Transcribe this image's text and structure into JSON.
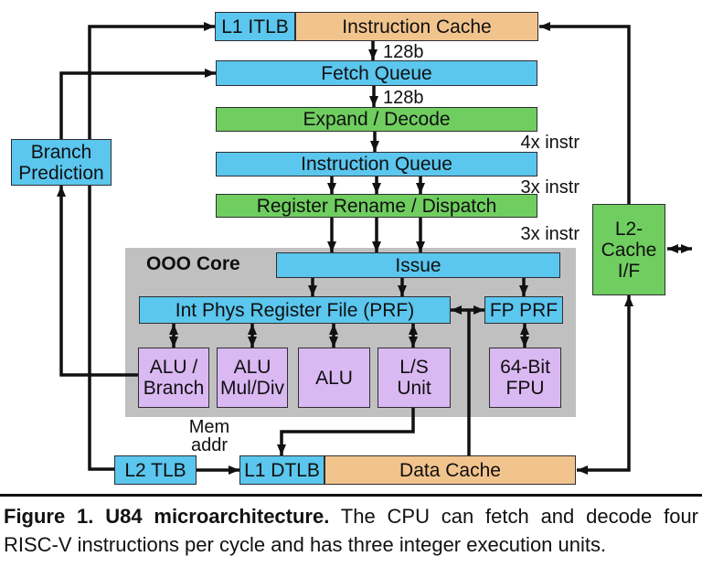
{
  "figure": {
    "boxes": {
      "l1_itlb": {
        "label": "L1 ITLB"
      },
      "instruction_cache": {
        "label": "Instruction Cache"
      },
      "fetch_queue": {
        "label": "Fetch Queue"
      },
      "expand_decode": {
        "label": "Expand / Decode"
      },
      "instruction_queue": {
        "label": "Instruction Queue"
      },
      "register_rename": {
        "label": "Register Rename / Dispatch"
      },
      "issue": {
        "label": "Issue"
      },
      "int_prf": {
        "label": "Int Phys Register File (PRF)"
      },
      "fp_prf": {
        "label": "FP PRF"
      },
      "alu_branch": {
        "line1": "ALU /",
        "line2": "Branch"
      },
      "alu_muldiv": {
        "line1": "ALU",
        "line2": "Mul/Div"
      },
      "alu": {
        "label": "ALU"
      },
      "ls_unit": {
        "line1": "L/S",
        "line2": "Unit"
      },
      "fpu": {
        "line1": "64-Bit",
        "line2": "FPU"
      },
      "branch_prediction": {
        "line1": "Branch",
        "line2": "Prediction"
      },
      "l2_cache_if": {
        "line1": "L2-",
        "line2": "Cache",
        "line3": "I/F"
      },
      "l2_tlb": {
        "label": "L2 TLB"
      },
      "l1_dtlb": {
        "label": "L1 DTLB"
      },
      "data_cache": {
        "label": "Data Cache"
      }
    },
    "labels": {
      "ooo_core": "OOO Core",
      "bus_width_fetch": "128b",
      "bus_width_decode": "128b",
      "decode_width": "4x instr",
      "dispatch_width_1": "3x instr",
      "dispatch_width_2": "3x instr",
      "mem_addr_line1": "Mem",
      "mem_addr_line2": "addr"
    },
    "colors": {
      "blue": "#5BC6EE",
      "green": "#6FCE5F",
      "orange": "#F2C48D",
      "purple": "#DAB8F2",
      "gray": "#C1C0C0",
      "line": "#111111"
    }
  },
  "caption": {
    "title": "Figure 1. U84 microarchitecture.",
    "line1_rest": "The CPU can fetch and decode four",
    "line2": "RISC-V instructions per cycle and has three integer execution units."
  }
}
